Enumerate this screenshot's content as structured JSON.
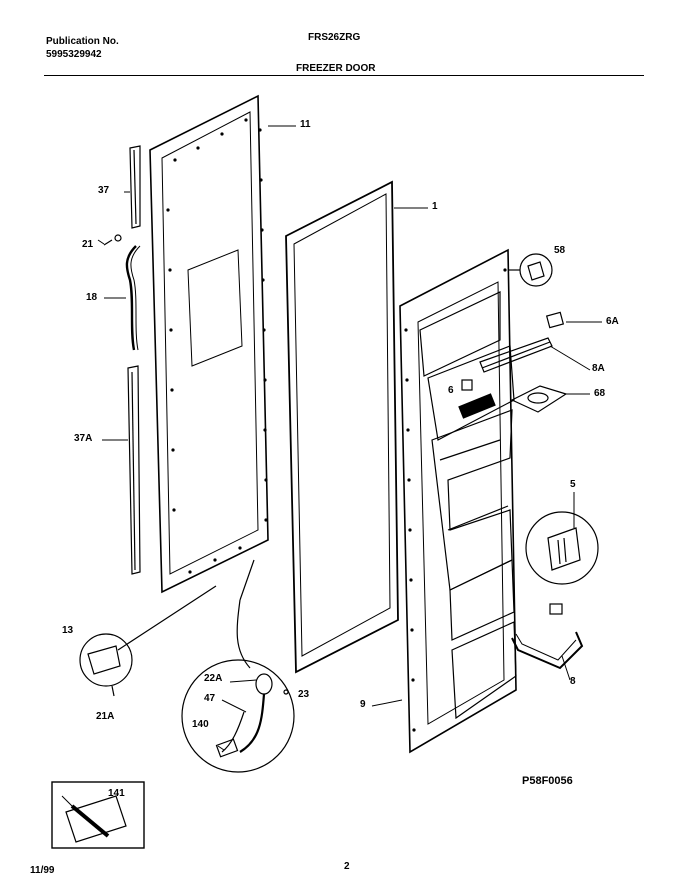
{
  "header": {
    "publication_label": "Publication No.",
    "publication_number": "5995329942",
    "model": "FRS26ZRG",
    "section_title": "FREEZER DOOR"
  },
  "callouts": {
    "c11": "11",
    "c37": "37",
    "c21": "21",
    "c18": "18",
    "c37a": "37A",
    "c1": "1",
    "c58": "58",
    "c6a": "6A",
    "c8a": "8A",
    "c6": "6",
    "c68": "68",
    "c5": "5",
    "c13": "13",
    "c21a": "21A",
    "c22a": "22A",
    "c47": "47",
    "c23": "23",
    "c140": "140",
    "c9": "9",
    "c8": "8",
    "c141": "141"
  },
  "figure_code": "P58F0056",
  "footer": {
    "date": "11/99",
    "page": "2"
  }
}
